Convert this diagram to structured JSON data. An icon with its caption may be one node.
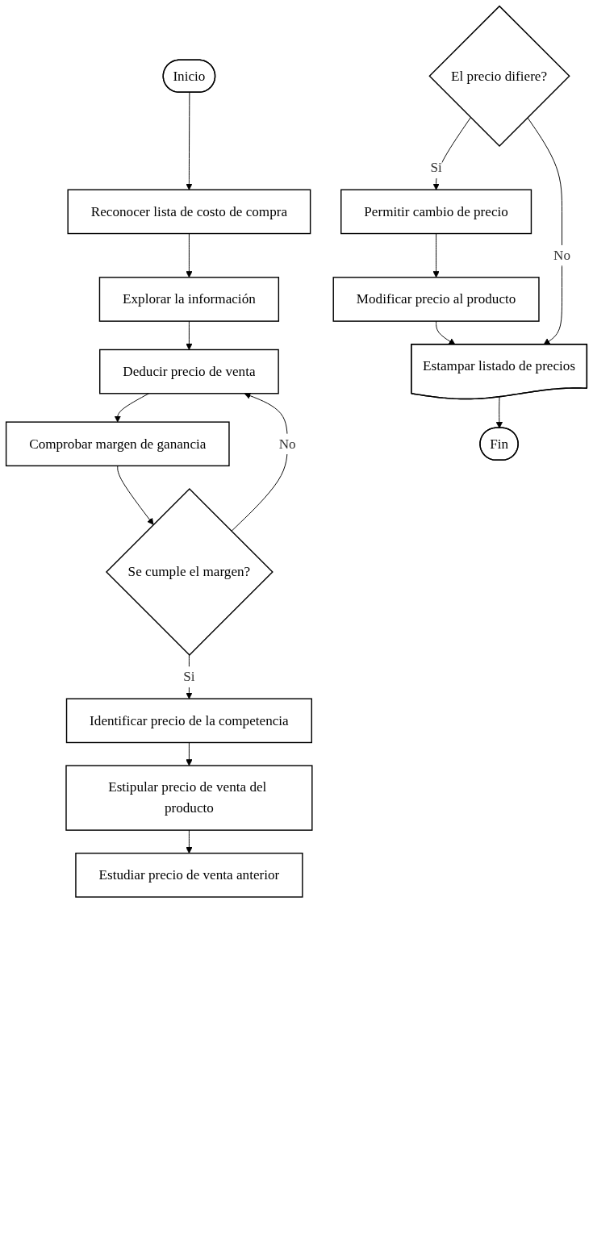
{
  "diagram": {
    "nodes": [
      {
        "text": [
          "Inicio"
        ]
      },
      {
        "text": [
          "Reconocer lista de costo de compra"
        ]
      },
      {
        "text": [
          "Explorar la información"
        ]
      },
      {
        "text": [
          "Deducir precio de venta"
        ]
      },
      {
        "text": [
          "Comprobar margen de ganancia"
        ]
      },
      {
        "text": [
          "Se cumple el margen?"
        ]
      },
      {
        "text": [
          "Identificar precio de la competencia"
        ]
      },
      {
        "text": [
          "Estipular precio de venta del producto"
        ]
      },
      {
        "text": [
          "Estudiar precio de venta anterior"
        ]
      },
      {
        "text": [
          "El precio difiere?"
        ]
      },
      {
        "text": [
          "Permitir cambio de precio"
        ]
      },
      {
        "text": [
          "Modificar precio al producto"
        ]
      },
      {
        "text": [
          "Estampar listado de precios"
        ]
      },
      {
        "text": [
          "Fin"
        ]
      }
    ],
    "edges": [
      {
        "from": 0,
        "to": 1,
        "arrow": "to"
      },
      {
        "from": 1,
        "to": 2,
        "arrow": "to"
      },
      {
        "from": 2,
        "to": 3,
        "arrow": "to"
      },
      {
        "from": 3,
        "to": 4,
        "arrow": "to"
      },
      {
        "from": 4,
        "to": 5,
        "arrow": "to"
      },
      {
        "from": 5,
        "to": 3,
        "arrow": "to",
        "label": "No"
      },
      {
        "from": 5,
        "to": 6,
        "arrow": "to",
        "label": "Si"
      },
      {
        "from": 6,
        "to": 7,
        "arrow": "to"
      },
      {
        "from": 7,
        "to": 8,
        "arrow": "to"
      },
      {
        "from": 9,
        "to": 10,
        "arrow": "to",
        "label": "Si"
      },
      {
        "from": 9,
        "to": 12,
        "arrow": "to",
        "label": "No"
      },
      {
        "from": 10,
        "to": 11,
        "arrow": "to"
      },
      {
        "from": 11,
        "to": 12,
        "arrow": "to"
      },
      {
        "from": 12,
        "to": 13,
        "arrow": "to"
      }
    ]
  }
}
